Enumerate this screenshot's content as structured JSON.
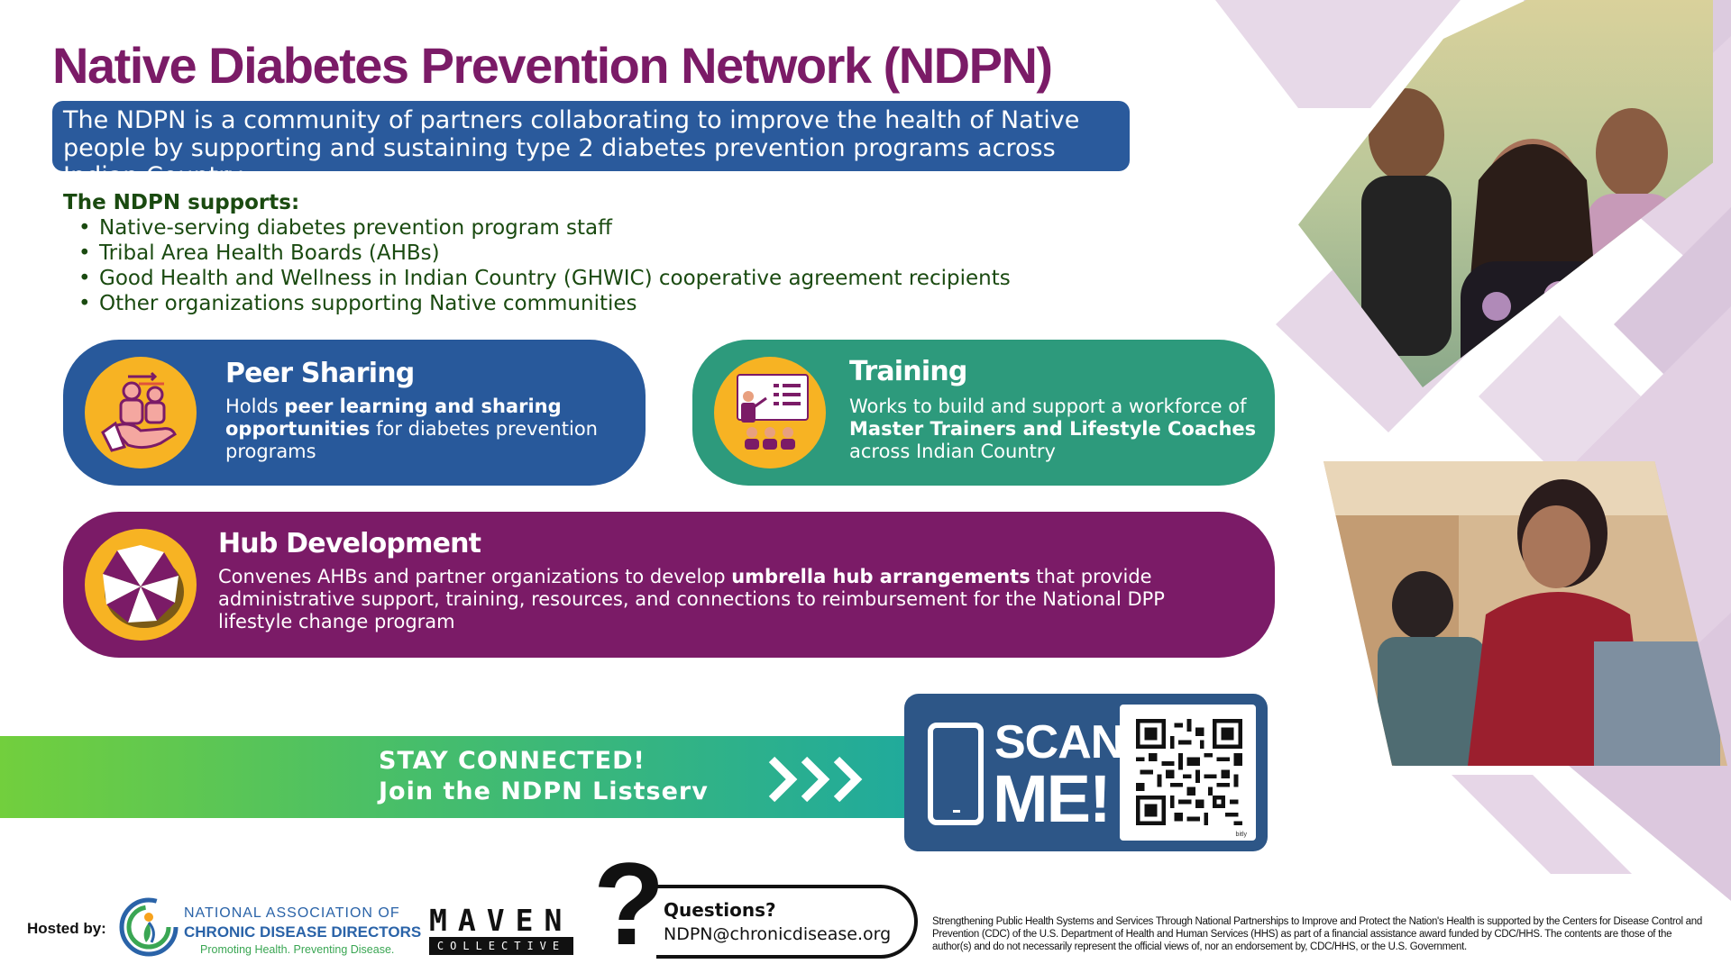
{
  "title": "Native Diabetes Prevention Network (NDPN)",
  "intro": "The NDPN is a community of partners collaborating to improve the health of Native people by supporting and sustaining type 2 diabetes prevention programs across Indian Country.",
  "supports": {
    "heading": "The NDPN supports:",
    "items": [
      "Native-serving diabetes prevention program staff",
      "Tribal Area Health Boards (AHBs)",
      "Good Health and Wellness in Indian Country (GHWIC) cooperative agreement recipients",
      "Other organizations supporting Native communities"
    ]
  },
  "cards": {
    "peer": {
      "title": "Peer Sharing",
      "text_pre": "Holds ",
      "text_bold": "peer learning and sharing opportunities",
      "text_post": " for diabetes prevention programs",
      "icon": "peer-sharing-icon"
    },
    "training": {
      "title": "Training",
      "text_pre": "Works to build and support a workforce of ",
      "text_bold": "Master Trainers and Lifestyle Coaches",
      "text_post": " across Indian Country",
      "icon": "training-presentation-icon"
    },
    "hub": {
      "title": "Hub Development",
      "text_pre": "Convenes AHBs and partner organizations to develop ",
      "text_bold": "umbrella hub arrangements",
      "text_post": " that provide administrative support, training, resources, and connections to reimbursement for the National DPP lifestyle change program",
      "icon": "umbrella-hub-icon"
    }
  },
  "banner": {
    "line1": "STAY CONNECTED!",
    "line2": "Join the NDPN Listserv",
    "scan": "SCAN",
    "me": "ME!",
    "qr_brand": "bitly"
  },
  "footer": {
    "hosted_by": "Hosted by:",
    "nacdd_line1": "NATIONAL ASSOCIATION OF",
    "nacdd_line2": "CHRONIC DISEASE DIRECTORS",
    "nacdd_tagline": "Promoting Health. Preventing Disease.",
    "maven_top": "MAVEN",
    "maven_bottom": "COLLECTIVE",
    "question_mark": "?",
    "questions_label": "Questions?",
    "questions_email": "NDPN@chronicdisease.org",
    "disclaimer": "Strengthening Public Health Systems and Services Through National Partnerships to Improve and Protect the Nation's Health is supported by the Centers for Disease Control and Prevention (CDC) of the U.S. Department of Health and Human Services (HHS) as part of a financial assistance award funded by CDC/HHS. The contents are those of the author(s) and do not necessarily represent the official views of, nor an endorsement by, CDC/HHS, or the U.S. Government."
  },
  "colors": {
    "title_purple": "#7b1b67",
    "blue": "#28599b",
    "teal": "#2d9a7c",
    "purple": "#7b1b67",
    "gold": "#f7b323",
    "green_text": "#1a4a10",
    "scan_blue": "#2d5687"
  }
}
